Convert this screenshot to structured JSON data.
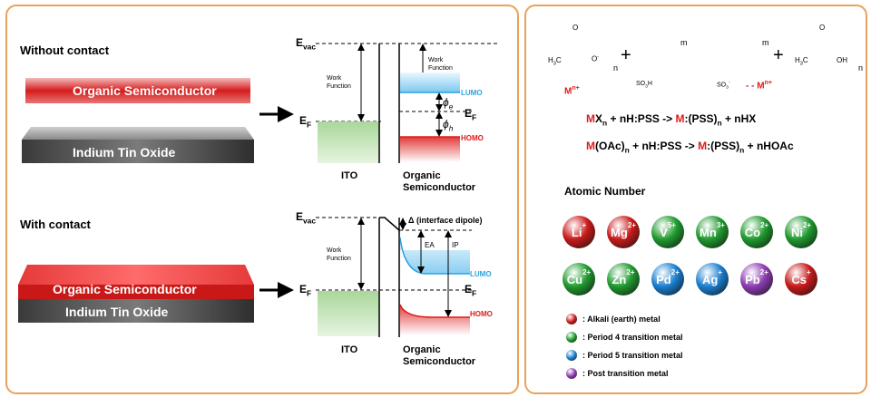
{
  "left": {
    "without_contact": {
      "heading": "Without contact",
      "organic_label": "Organic Semiconductor",
      "ito_label": "Indium Tin Oxide",
      "evac": "E",
      "evac_sub": "vac",
      "ef": "E",
      "ef_sub": "F",
      "work_function_left_1": "Work",
      "work_function_left_2": "Function",
      "work_function_right_1": "Work",
      "work_function_right_2": "Function",
      "lumo": "LUMO",
      "homo": "HOMO",
      "phi_e": "ϕ",
      "phi_e_sub": "e",
      "phi_h": "ϕ",
      "phi_h_sub": "h",
      "ito": "ITO",
      "organic_1": "Organic",
      "organic_2": "Semiconductor"
    },
    "with_contact": {
      "heading": "With contact",
      "organic_label": "Organic Semiconductor",
      "ito_label": "Indium Tin Oxide",
      "evac": "E",
      "evac_sub": "vac",
      "ef": "E",
      "ef_sub": "F",
      "ef_right": "E",
      "ef_right_sub": "F",
      "delta": "Δ (interface dipole)",
      "work_function_1": "Work",
      "work_function_2": "Function",
      "ea": "EA",
      "ip": "IP",
      "lumo": "LUMO",
      "homo": "HOMO",
      "ito": "ITO",
      "organic_1": "Organic",
      "organic_2": "Semiconductor"
    }
  },
  "right": {
    "reaction": {
      "ch3_left": "H",
      "ch3_sub": "3",
      "ch3_c": "C",
      "o_minus": "O",
      "o_minus_sup": "-",
      "o_dbl": "O",
      "n": "n",
      "m": "m",
      "m2": "m",
      "n2": "n",
      "plus1": "+",
      "plus2": "+",
      "mn_left": "M",
      "mn_left_sup": "n+",
      "so3h": "SO",
      "so3h_sub": "3",
      "so3h_h": "H",
      "so3": "SO",
      "so3_sub": "3",
      "so3_sup": "-",
      "mn_right": "M",
      "mn_right_sup": "n+",
      "h3c": "H",
      "h3c_sub": "3",
      "h3c_c": "C",
      "oh": "OH",
      "o_top": "O"
    },
    "equation1": {
      "m": "M",
      "x": "X",
      "n": "n",
      "rest": " + nH:PSS -> ",
      "m2": "M",
      ":pss": ":(PSS)",
      "n2": "n",
      "tail": " + nHX"
    },
    "equation2": {
      "m": "M",
      "oac": "(OAc)",
      "n": "n",
      "rest": " + nH:PSS -> ",
      "m2": "M",
      ":pss": ":(PSS)",
      "n2": "n",
      "tail": " + nHOAc"
    },
    "atomic_number_label": "Atomic Number",
    "ions_row1": [
      {
        "sym": "Li",
        "charge": "+",
        "color": "#c81a1a"
      },
      {
        "sym": "Mg",
        "charge": "2+",
        "color": "#c81a1a"
      },
      {
        "sym": "V",
        "charge": "5+",
        "color": "#1f9a2e"
      },
      {
        "sym": "Mn",
        "charge": "3+",
        "color": "#1f9a2e"
      },
      {
        "sym": "Co",
        "charge": "2+",
        "color": "#1f9a2e"
      },
      {
        "sym": "Ni",
        "charge": "2+",
        "color": "#1f9a2e"
      }
    ],
    "ions_row2": [
      {
        "sym": "Cu",
        "charge": "2+",
        "color": "#1f9a2e"
      },
      {
        "sym": "Zn",
        "charge": "2+",
        "color": "#1f9a2e"
      },
      {
        "sym": "Pd",
        "charge": "2+",
        "color": "#1a7fd0"
      },
      {
        "sym": "Ag",
        "charge": "+",
        "color": "#1a7fd0"
      },
      {
        "sym": "Pb",
        "charge": "2+",
        "color": "#8c3cb0"
      },
      {
        "sym": "Cs",
        "charge": "+",
        "color": "#c81a1a"
      }
    ],
    "legend": [
      {
        "label": ": Alkali (earth) metal",
        "color": "#c81a1a"
      },
      {
        "label": ": Period 4 transition metal",
        "color": "#1f9a2e"
      },
      {
        "label": ": Period 5 transition metal",
        "color": "#1a7fd0"
      },
      {
        "label": ": Post transition metal",
        "color": "#8c3cb0"
      }
    ]
  }
}
